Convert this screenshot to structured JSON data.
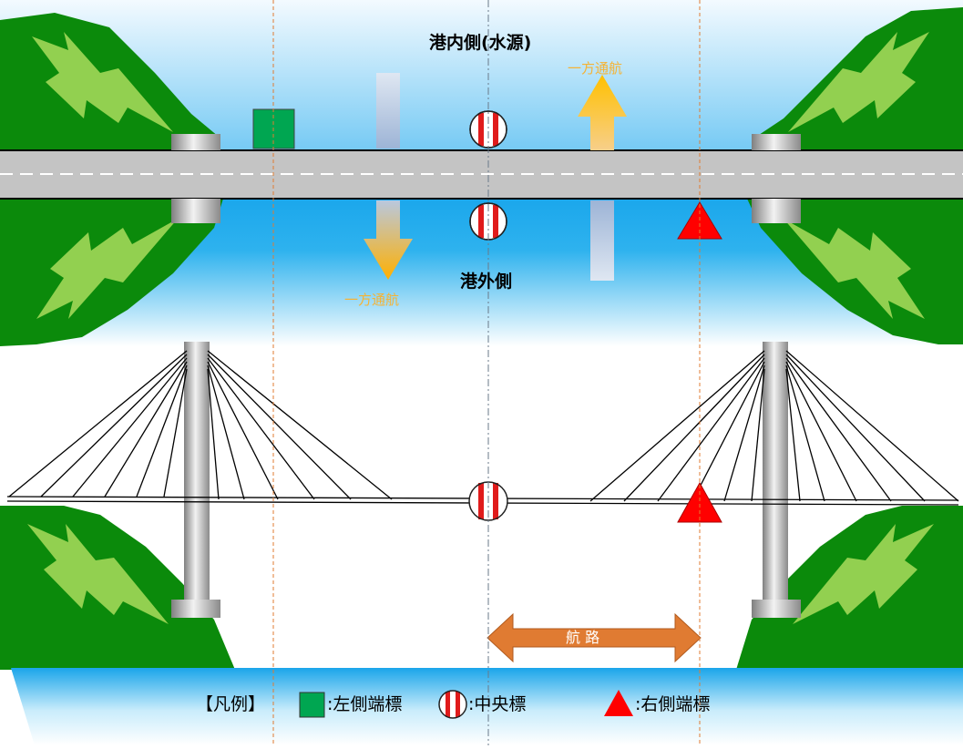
{
  "plan": {
    "inner_label": "港内側(水源)",
    "outer_label": "港外側",
    "oneway_up_label": "一方通航",
    "oneway_down_label": "一方通航"
  },
  "elevation": {
    "channel_label": "航 路"
  },
  "legend": {
    "title": "【凡例】",
    "left_marker": ":左側端標",
    "center_marker": ":中央標",
    "right_marker": ":右側端標"
  },
  "colors": {
    "water_light": "#eaf6ff",
    "water_dark": "#1da9ec",
    "hill_dark": "#0b8a0b",
    "leaf_light": "#92d050",
    "road": "#c4c4c4",
    "left_marker": "#00a651",
    "center_marker": "#e01b1b",
    "right_marker": "#ff0000",
    "arrow_orange": "#f5b335",
    "channel_arrow": "#e07b32",
    "guide_line": "#e07b32"
  }
}
